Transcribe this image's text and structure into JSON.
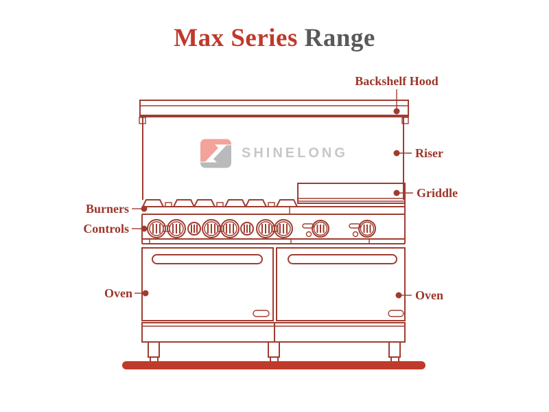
{
  "title": {
    "primary": "Max Series",
    "secondary": "Range"
  },
  "logo": {
    "text": "SHINELONG",
    "icon": "shinelong-s-mark"
  },
  "labels": {
    "backshelf_hood": "Backshelf Hood",
    "riser": "Riser",
    "griddle": "Griddle",
    "burners": "Burners",
    "controls": "Controls",
    "oven_left": "Oven",
    "oven_right": "Oven"
  },
  "colors": {
    "line": "#9f3c30",
    "label_text": "#9c352a",
    "title_primary": "#c0392b",
    "title_secondary": "#59595b",
    "base_bar": "#bf3a2b",
    "logo_pink": "#f2a39b",
    "logo_gray": "#b9babc",
    "logo_text": "#c6c7c9"
  }
}
